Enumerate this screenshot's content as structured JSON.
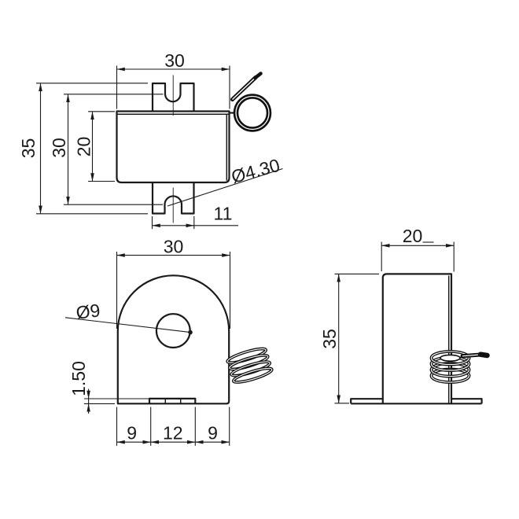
{
  "drawing": {
    "background": "#ffffff",
    "line_color": "#1a1a1a",
    "views": {
      "top": {
        "name": "top-view",
        "dims": {
          "width": "30",
          "overall_height": "35",
          "body_height": "30",
          "core_height": "20",
          "hole_diameter": "Ø4.30",
          "tab_width": "11"
        }
      },
      "front": {
        "name": "front-view",
        "dims": {
          "width": "30",
          "hole_diameter": "Ø9",
          "base_thickness": "1.50",
          "pitch_left": "9",
          "pitch_center": "12",
          "pitch_right": "9"
        }
      },
      "side": {
        "name": "side-view",
        "dims": {
          "width": "20",
          "height": "35"
        }
      }
    }
  }
}
